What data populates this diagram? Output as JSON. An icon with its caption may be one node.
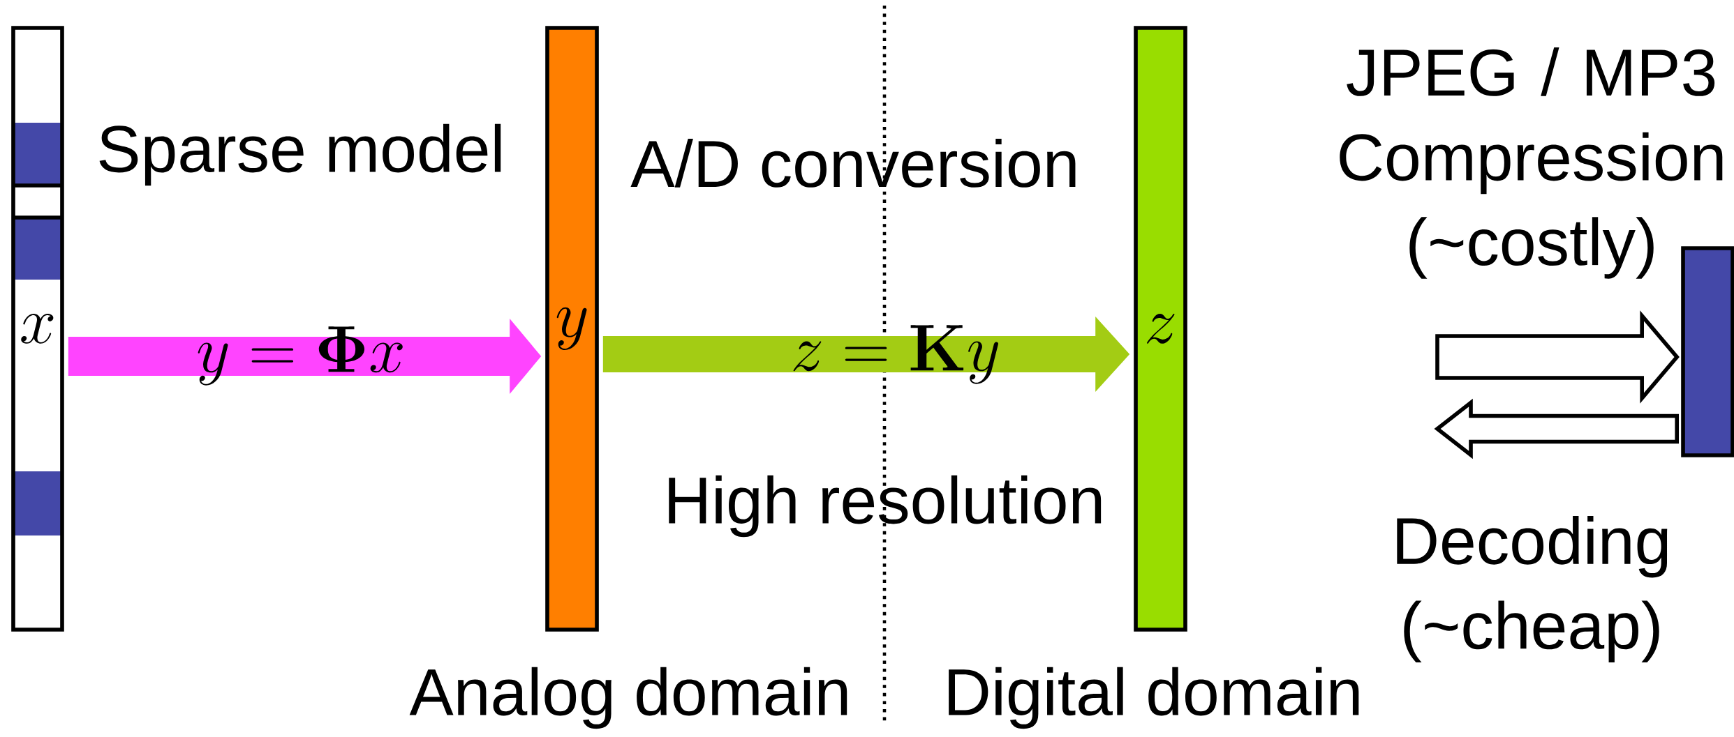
{
  "diagram": {
    "nodes": [
      {
        "text": [
          "x"
        ]
      },
      {
        "text": [
          "y"
        ]
      },
      {
        "text": [
          "z"
        ]
      },
      {
        "text": [],
        "shape": "bar"
      }
    ],
    "edges": [
      {
        "from": 0,
        "to": 1,
        "arrow": "to",
        "label": "y = \\mathbf{\\Phi}x",
        "color": "#ff44ff"
      },
      {
        "from": 1,
        "to": 2,
        "arrow": "to",
        "label": "z = \\mathbf{K}y",
        "color": "#a3cc14"
      },
      {
        "from": null,
        "to": 3,
        "arrow": "to"
      },
      {
        "from": 3,
        "to": null,
        "arrow": "to"
      }
    ],
    "labels": [
      "Sparse model",
      "A/D conversion",
      "JPEG / MP3 Compression (~costly)",
      "High resolution",
      "Decoding (~cheap)",
      "Analog domain",
      "Digital domain"
    ]
  }
}
